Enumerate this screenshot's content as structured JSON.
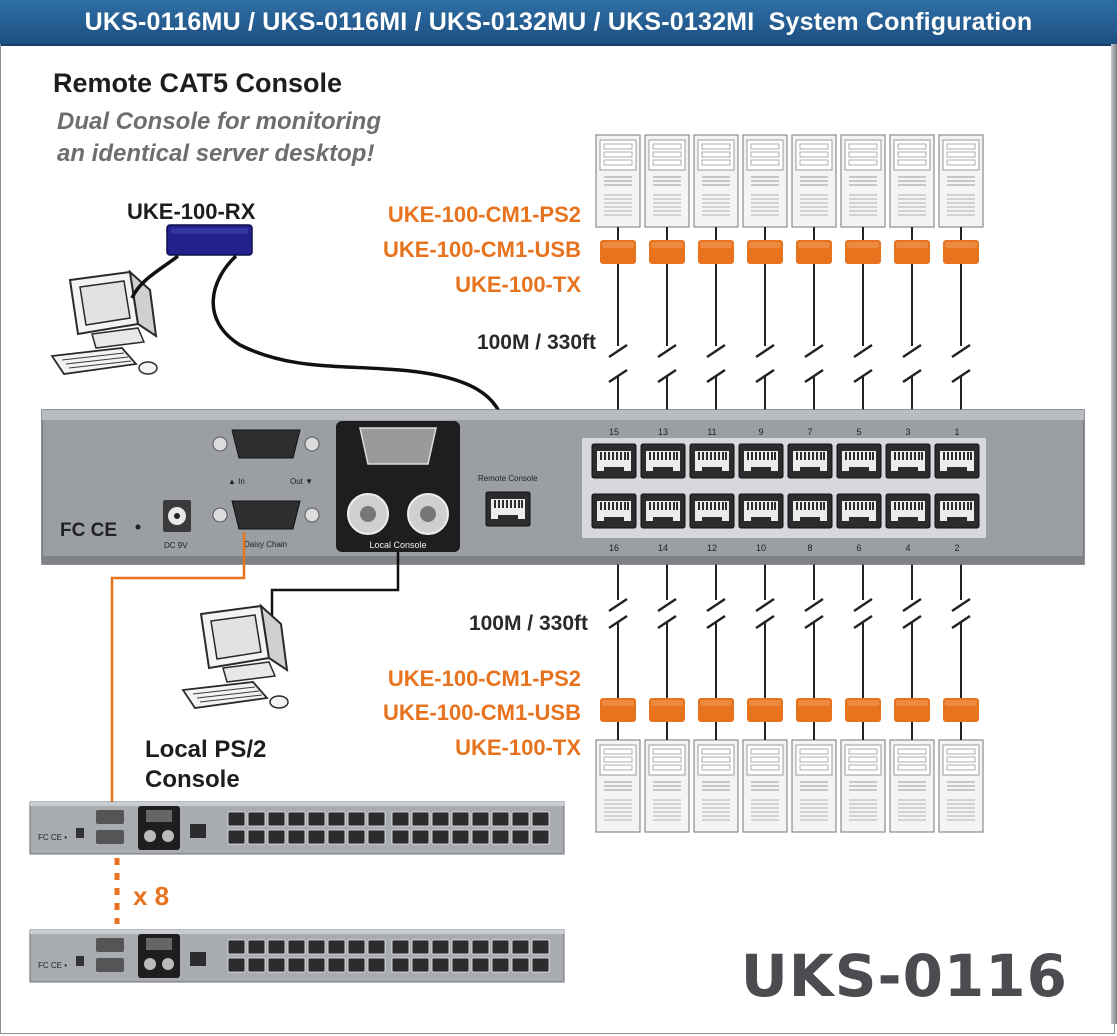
{
  "header": {
    "title": "UKS-0116MU / UKS-0116MI / UKS-0132MU / UKS-0132MI  System Configuration"
  },
  "remote_console": {
    "title": "Remote CAT5 Console",
    "subtitle_line1": "Dual Console for monitoring",
    "subtitle_line2": "an identical server desktop!",
    "receiver_label": "UKE-100-RX"
  },
  "top_group": {
    "label_ps2": "UKE-100-CM1-PS2",
    "label_usb": "UKE-100-CM1-USB",
    "label_tx": "UKE-100-TX",
    "distance": "100M / 330ft"
  },
  "bottom_group": {
    "label_ps2": "UKE-100-CM1-PS2",
    "label_usb": "UKE-100-CM1-USB",
    "label_tx": "UKE-100-TX",
    "distance": "100M / 330ft"
  },
  "switch_panel": {
    "fcc_mark": "FC CE",
    "dc_label": "DC 9V",
    "daisy_in": "▲ In",
    "daisy_out": "Out ▼",
    "daisy_label": "Daisy Chain",
    "local_console_label": "Local Console",
    "remote_console_label": "Remote Console",
    "top_port_numbers": [
      "15",
      "13",
      "11",
      "9",
      "7",
      "5",
      "3",
      "1"
    ],
    "bottom_port_numbers": [
      "16",
      "14",
      "12",
      "10",
      "8",
      "6",
      "4",
      "2"
    ]
  },
  "local_console": {
    "line1": "Local PS/2",
    "line2": "Console"
  },
  "cascade": {
    "count_label": "x 8"
  },
  "model": {
    "name": "UKS-0116"
  },
  "colors": {
    "header_blue": "#255f96",
    "accent_orange": "#e8731f",
    "receiver_navy": "#22228a",
    "panel_gray": "#9b9ea3",
    "model_gray": "#4a4c50"
  },
  "icons": [
    "server-tower-icon",
    "crt-computer-icon",
    "rj45-port-icon",
    "vga-port-icon",
    "ps2-port-icon",
    "cat5-extender-icon"
  ]
}
